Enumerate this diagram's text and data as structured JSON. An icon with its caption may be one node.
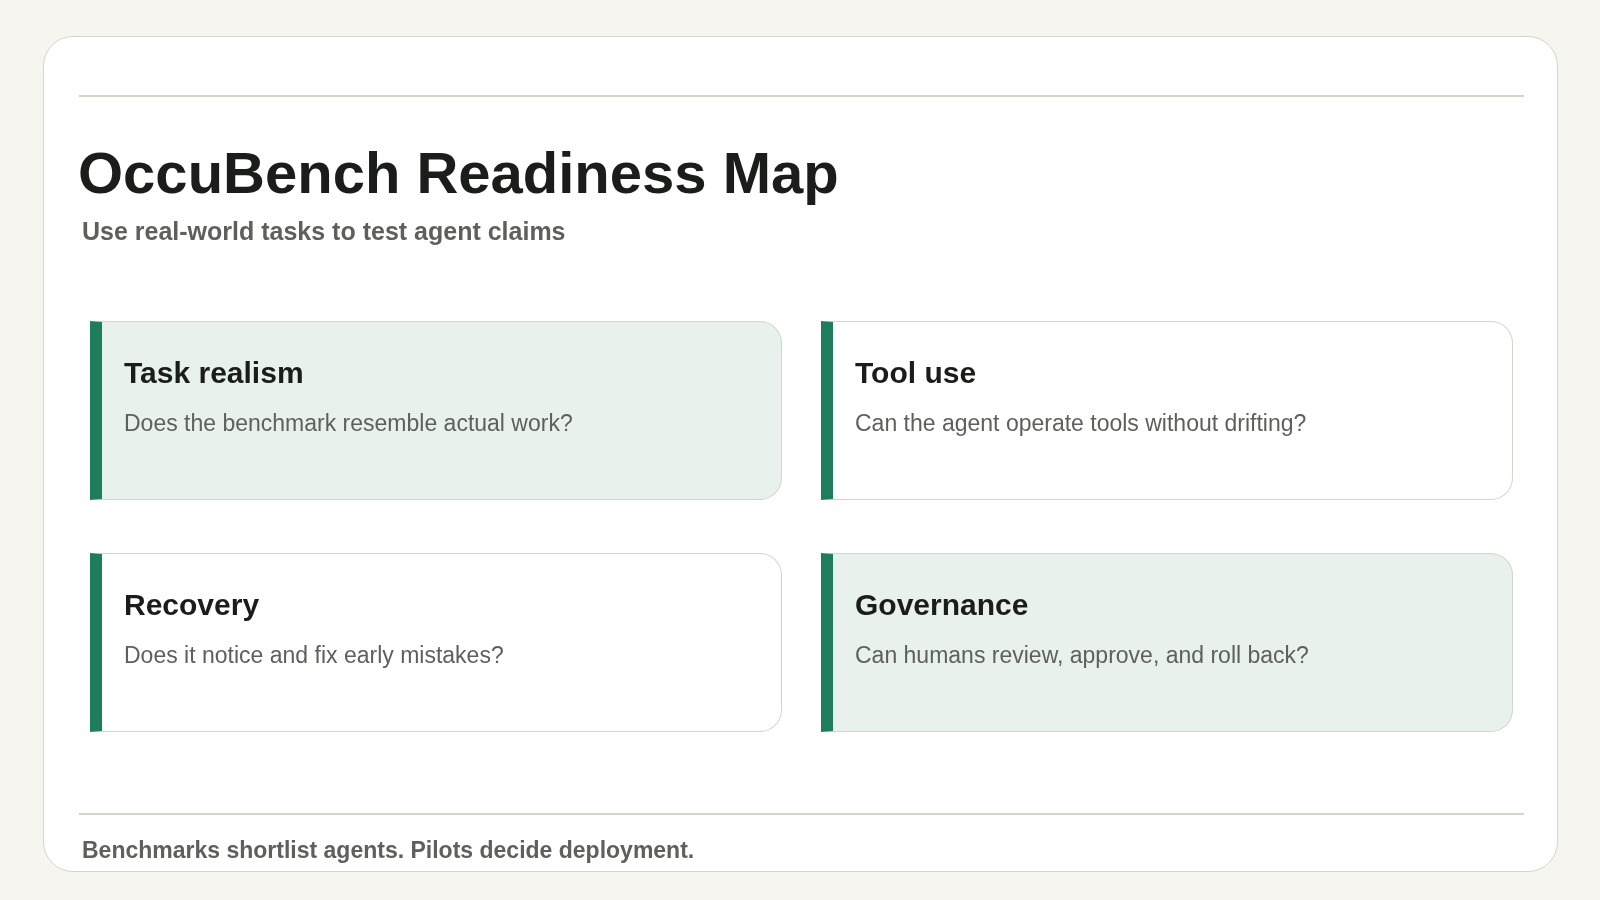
{
  "diagram": {
    "title": "OccuBench Readiness Map",
    "caption": "Benchmarks shortlist agents. Pilots decide deployment.",
    "nodes": [
      {
        "text": [
          "Task realism",
          "Does the benchmark resemble actual work?"
        ]
      },
      {
        "text": [
          "Tool use",
          "Can the agent operate tools without drifting?"
        ]
      },
      {
        "text": [
          "Recovery",
          "Does it notice and fix early mistakes?"
        ]
      },
      {
        "text": [
          "Governance",
          "Can humans review, approve, and roll back?"
        ]
      }
    ],
    "labels": [
      "Use real-world tasks to test agent claims"
    ]
  }
}
